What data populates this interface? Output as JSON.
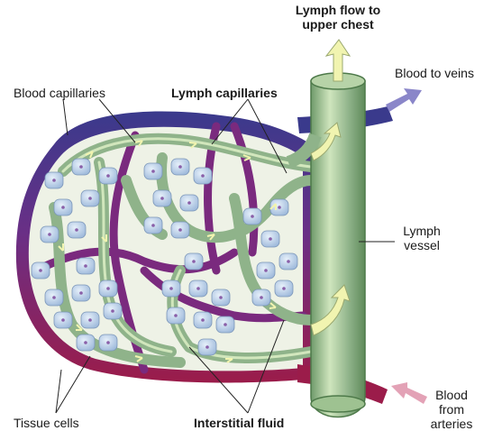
{
  "labels": {
    "lymph_flow": "Lymph flow to\nupper chest",
    "blood_to_veins": "Blood to veins",
    "blood_capillaries": "Blood capillaries",
    "lymph_capillaries": "Lymph capillaries",
    "lymph_vessel": "Lymph\nvessel",
    "blood_from_arteries": "Blood\nfrom\narteries",
    "tissue_cells": "Tissue cells",
    "interstitial_fluid": "Interstitial fluid"
  },
  "colors": {
    "vein_blue": "#3a3a8c",
    "artery_red": "#9b1c4a",
    "capillary_purple": "#7a2a7e",
    "lymph_green": "#8fb38a",
    "lymph_green_dark": "#5f8a5a",
    "lymph_highlight": "#d9ecc2",
    "fluid_bg": "#eef2e6",
    "cell_blue": "#b9cfe8",
    "cell_nucleus": "#8a5fa8",
    "arrow_yellow": "#f1f4b0",
    "arrow_out_blue": "#8a86c9",
    "arrow_in_pink": "#e3a2b6"
  }
}
